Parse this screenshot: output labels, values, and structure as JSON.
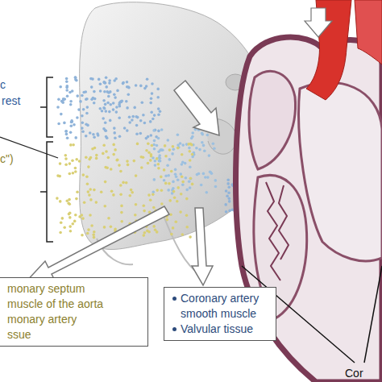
{
  "diagram": {
    "nodes": [
      {
        "text": [
          "monary septum",
          "muscle of the aorta",
          "monary artery",
          "ssue"
        ]
      },
      {
        "text": [
          "Coronary artery smooth muscle",
          "Valvular tissue"
        ]
      }
    ],
    "labels": [
      "c",
      "rest",
      "c\")",
      "Cor"
    ]
  }
}
